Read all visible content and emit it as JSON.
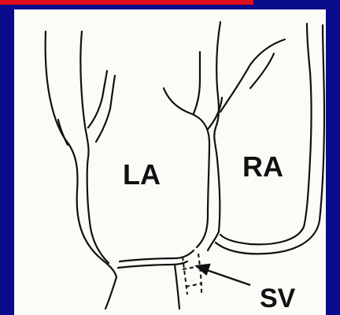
{
  "labels": {
    "left_atrium": "LA",
    "right_atrium": "RA",
    "sinus_venosus": "SV"
  },
  "colors": {
    "background": "#0a0a8c",
    "accent_bar": "#e0101a",
    "panel": "#fbfbf8",
    "ink": "#111111"
  }
}
